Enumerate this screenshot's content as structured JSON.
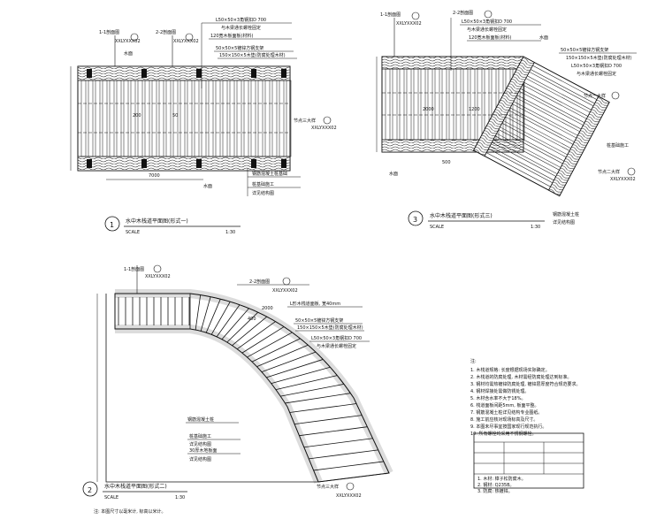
{
  "panels": {
    "p1": {
      "number": "1",
      "title": "水中木栈道平面图(形式一)",
      "scale_label": "SCALE",
      "scale_value": "1:30",
      "callouts": [
        "L50×50×3角钢扣D 700",
        "与木梁通长螺栓固定",
        "120宽木板面板(材料)",
        "50×50×5镀锌方钢支架",
        "150×150×5木垫(防腐处理木材)",
        "节点三大样"
      ],
      "section_marks": [
        "1-1剖面图",
        "2-2剖面图"
      ],
      "ref_code": "XXLYXXX02",
      "dims": [
        "7000",
        "200",
        "50"
      ],
      "water_label": "水面",
      "lower_notes": [
        "钢筋混凝土桩基础",
        "桩基础施工",
        "详见结构图"
      ]
    },
    "p2": {
      "number": "2",
      "title": "水中木栈道平面图(形式二)",
      "scale_label": "SCALE",
      "scale_value": "1:30",
      "callouts": [
        "2-2剖面图",
        "L形木栈道面板, 宽40mm",
        "50×50×5镀锌方钢支架",
        "150×150×5木垫(防腐处理木材)",
        "L50×50×3角钢扣D 700",
        "与木梁通长螺栓固定",
        "节点三大样"
      ],
      "section_marks": [
        "1-1剖面图"
      ],
      "ref_code": "XXLYXXX02",
      "dims": [
        "2000",
        "400"
      ],
      "lower_notes": [
        "钢筋混凝土桩",
        "桩基础施工",
        "详见结构图",
        "30厚木地板面",
        "详见结构图"
      ],
      "footnote": "注: 本图尺寸以毫米计, 标高以米计。"
    },
    "p3": {
      "number": "3",
      "title": "水中木栈道平面图(形式三)",
      "scale_label": "SCALE",
      "scale_value": "1:30",
      "callouts": [
        "2-2剖面图",
        "L50×50×3角钢扣D 700",
        "与木梁通长螺栓固定",
        "120宽木板面板(材料)",
        "50×50×5镀锌方钢支架",
        "150×150×5木垫(防腐处理木材)",
        "L50×50×3角钢扣D 700",
        "与木梁通长螺栓固定",
        "节点一大样",
        "桩基础施工",
        "节点二大样"
      ],
      "section_marks": [
        "1-1剖面图"
      ],
      "ref_code": "XXLYXXX02",
      "dims": [
        "2000",
        "1200",
        "500"
      ],
      "water_label": "水面",
      "lower_notes": [
        "钢筋混凝土桩",
        "详见结构图"
      ]
    }
  },
  "notes": {
    "heading": "注:",
    "lines": [
      "1. 木栈道规格: 长度根据现场实际确定。",
      "2. 木栈道的防腐处理, 木材需经防腐处理达到标准。",
      "3. 钢材均需热镀锌防腐处理, 镀锌层厚度符合规范要求。",
      "4. 钢材焊接处需做防锈处理。",
      "5. 木材含水率不大于18%。",
      "6. 栈道面板间距5mm, 板面平整。",
      "7. 钢筋混凝土桩详见结构专业图纸。",
      "8. 施工前应核对现场标高及尺寸。",
      "9. 本图未尽事宜按国家现行规范执行。",
      "10. 所有螺栓均采用不锈钢螺栓。"
    ]
  },
  "table": {
    "rows": [
      [
        "",
        "",
        ""
      ],
      [
        "",
        "",
        ""
      ],
      [
        "",
        "",
        ""
      ],
      [
        "",
        "",
        ""
      ],
      [
        "",
        "",
        ""
      ]
    ],
    "notes": [
      "1. 木材: 樟子松防腐木。",
      "2. 钢材: Q235B。",
      "3. 防腐: 热镀锌。"
    ]
  }
}
